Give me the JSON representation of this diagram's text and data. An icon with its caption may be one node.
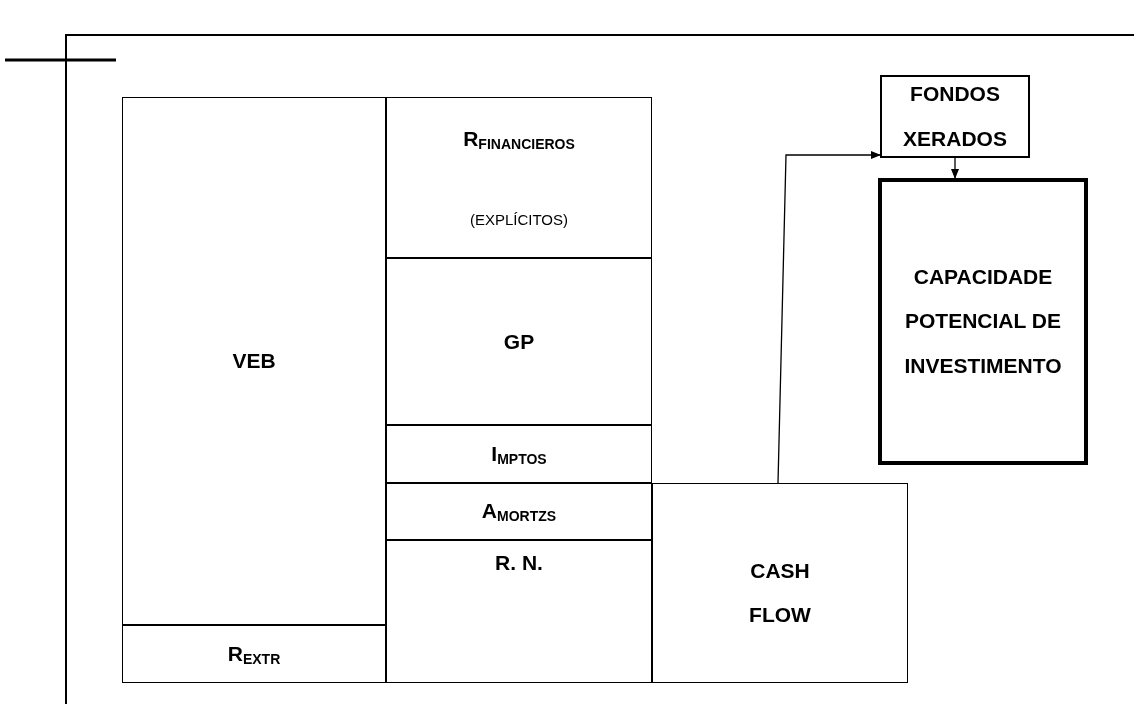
{
  "diagram": {
    "nodes": [
      {
        "text": [
          "VEB"
        ]
      },
      {
        "text": [
          "R$_{EXTR}$"
        ]
      },
      {
        "text": [
          "R$_{FINANCIEROS}$",
          "(EXPLÍCITOS)"
        ]
      },
      {
        "text": [
          "GP"
        ]
      },
      {
        "text": [
          "I$_{MPTOS}$"
        ]
      },
      {
        "text": [
          "A$_{MORTZS}$"
        ]
      },
      {
        "text": [
          "R. N."
        ]
      },
      {
        "text": [
          "CASH FLOW"
        ]
      },
      {
        "text": [
          "FONDOS XERADOS"
        ]
      },
      {
        "text": [
          "CAPACIDADE POTENCIAL DE INVESTIMENTO"
        ]
      }
    ],
    "edges": [
      {
        "from": 7,
        "to": 8,
        "arrow": "to"
      },
      {
        "from": 8,
        "to": 9,
        "arrow": "to"
      }
    ]
  }
}
